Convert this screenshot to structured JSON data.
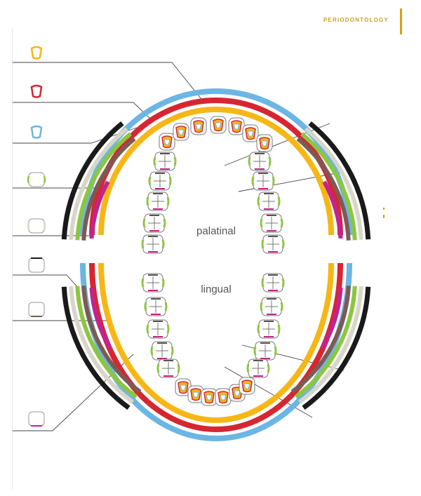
{
  "header": {
    "title": "PERIODONTOLOGY"
  },
  "labels": {
    "upper": "palatinal",
    "lower": "lingual"
  },
  "colors": {
    "yellow": "#f6b716",
    "red": "#d62631",
    "blue": "#6bb6e4",
    "green": "#8cc63f",
    "beige": "#d8d6c8",
    "black": "#1a1a1a",
    "brown": "#7d5a54",
    "magenta": "#c2238e",
    "accent": "#d4a017"
  },
  "legend": [
    {
      "name": "legend-yellow-crown-icon",
      "color": "yellow"
    },
    {
      "name": "legend-red-crown-icon",
      "color": "red"
    },
    {
      "name": "legend-blue-crown-icon",
      "color": "blue"
    },
    {
      "name": "legend-green-tooth-icon",
      "color": "green"
    },
    {
      "name": "legend-beige-tooth-icon",
      "color": "beige"
    },
    {
      "name": "legend-black-tooth-icon",
      "color": "black"
    },
    {
      "name": "legend-brown-tooth-icon",
      "color": "brown"
    },
    {
      "name": "legend-magenta-tooth-icon",
      "color": "magenta"
    }
  ]
}
